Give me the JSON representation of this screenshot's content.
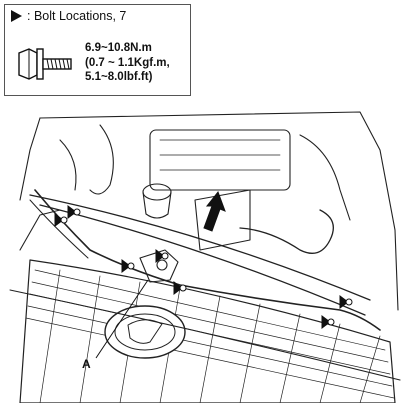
{
  "legend": {
    "bolt_locations_label": ": Bolt Locations, 7",
    "torque_lines": [
      "6.9~10.8N.m",
      "(0.7 ~ 1.1Kgf.m,",
      "5.1~8.0lbf.ft)"
    ]
  },
  "figure": {
    "callout_a": "A"
  },
  "icons": {
    "legend_marker": "arrow-right-icon",
    "fastener": "bolt-icon"
  }
}
